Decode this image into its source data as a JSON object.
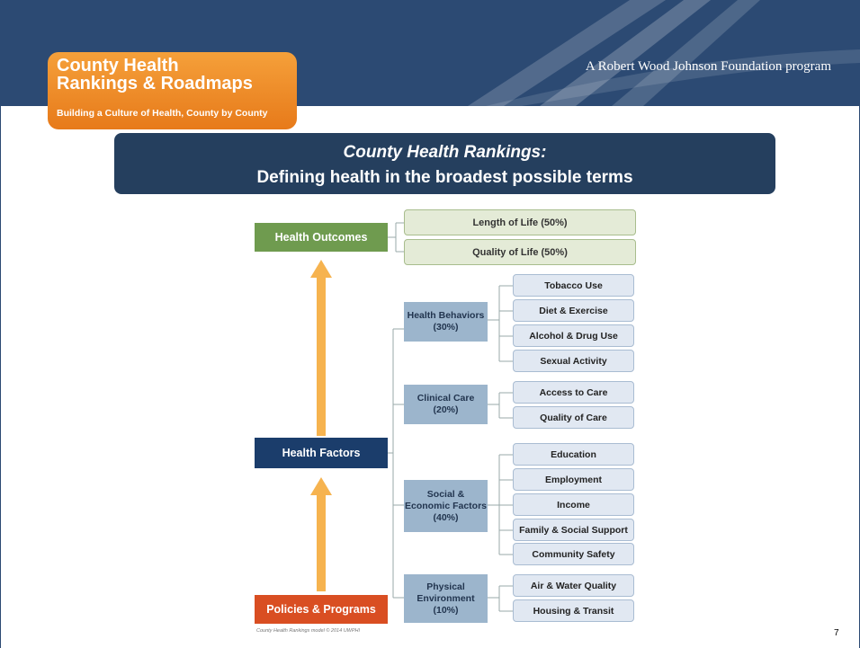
{
  "header": {
    "program": "A Robert Wood Johnson Foundation program"
  },
  "logo": {
    "line1": "County Health",
    "line2": "Rankings & Roadmaps",
    "tagline": "Building a Culture of Health, County by County"
  },
  "title": {
    "line1": "County Health Rankings:",
    "line2": "Defining health in the broadest possible terms"
  },
  "diagram": {
    "outcomes": {
      "label": "Health Outcomes",
      "items": [
        "Length of Life (50%)",
        "Quality of Life (50%)"
      ]
    },
    "factors_label": "Health Factors",
    "policies_label": "Policies & Programs",
    "categories": [
      {
        "label": "Health Behaviors\n(30%)",
        "items": [
          "Tobacco Use",
          "Diet & Exercise",
          "Alcohol & Drug Use",
          "Sexual Activity"
        ]
      },
      {
        "label": "Clinical Care\n(20%)",
        "items": [
          "Access to Care",
          "Quality of Care"
        ]
      },
      {
        "label": "Social &\nEconomic Factors\n(40%)",
        "items": [
          "Education",
          "Employment",
          "Income",
          "Family & Social Support",
          "Community Safety"
        ]
      },
      {
        "label": "Physical\nEnvironment\n(10%)",
        "items": [
          "Air & Water Quality",
          "Housing & Transit"
        ]
      }
    ]
  },
  "footnote": "County Health Rankings model © 2014 UWPHI",
  "slide_number": "7",
  "colors": {
    "header": "#2c4a73",
    "logo_orange": "#ef8c2a",
    "title_box": "#253f5e",
    "outcomes_green": "#6f9b4f",
    "factors_navy": "#1b3d6b",
    "policies_red": "#d94e22",
    "arrow_orange": "#f6b34f"
  }
}
